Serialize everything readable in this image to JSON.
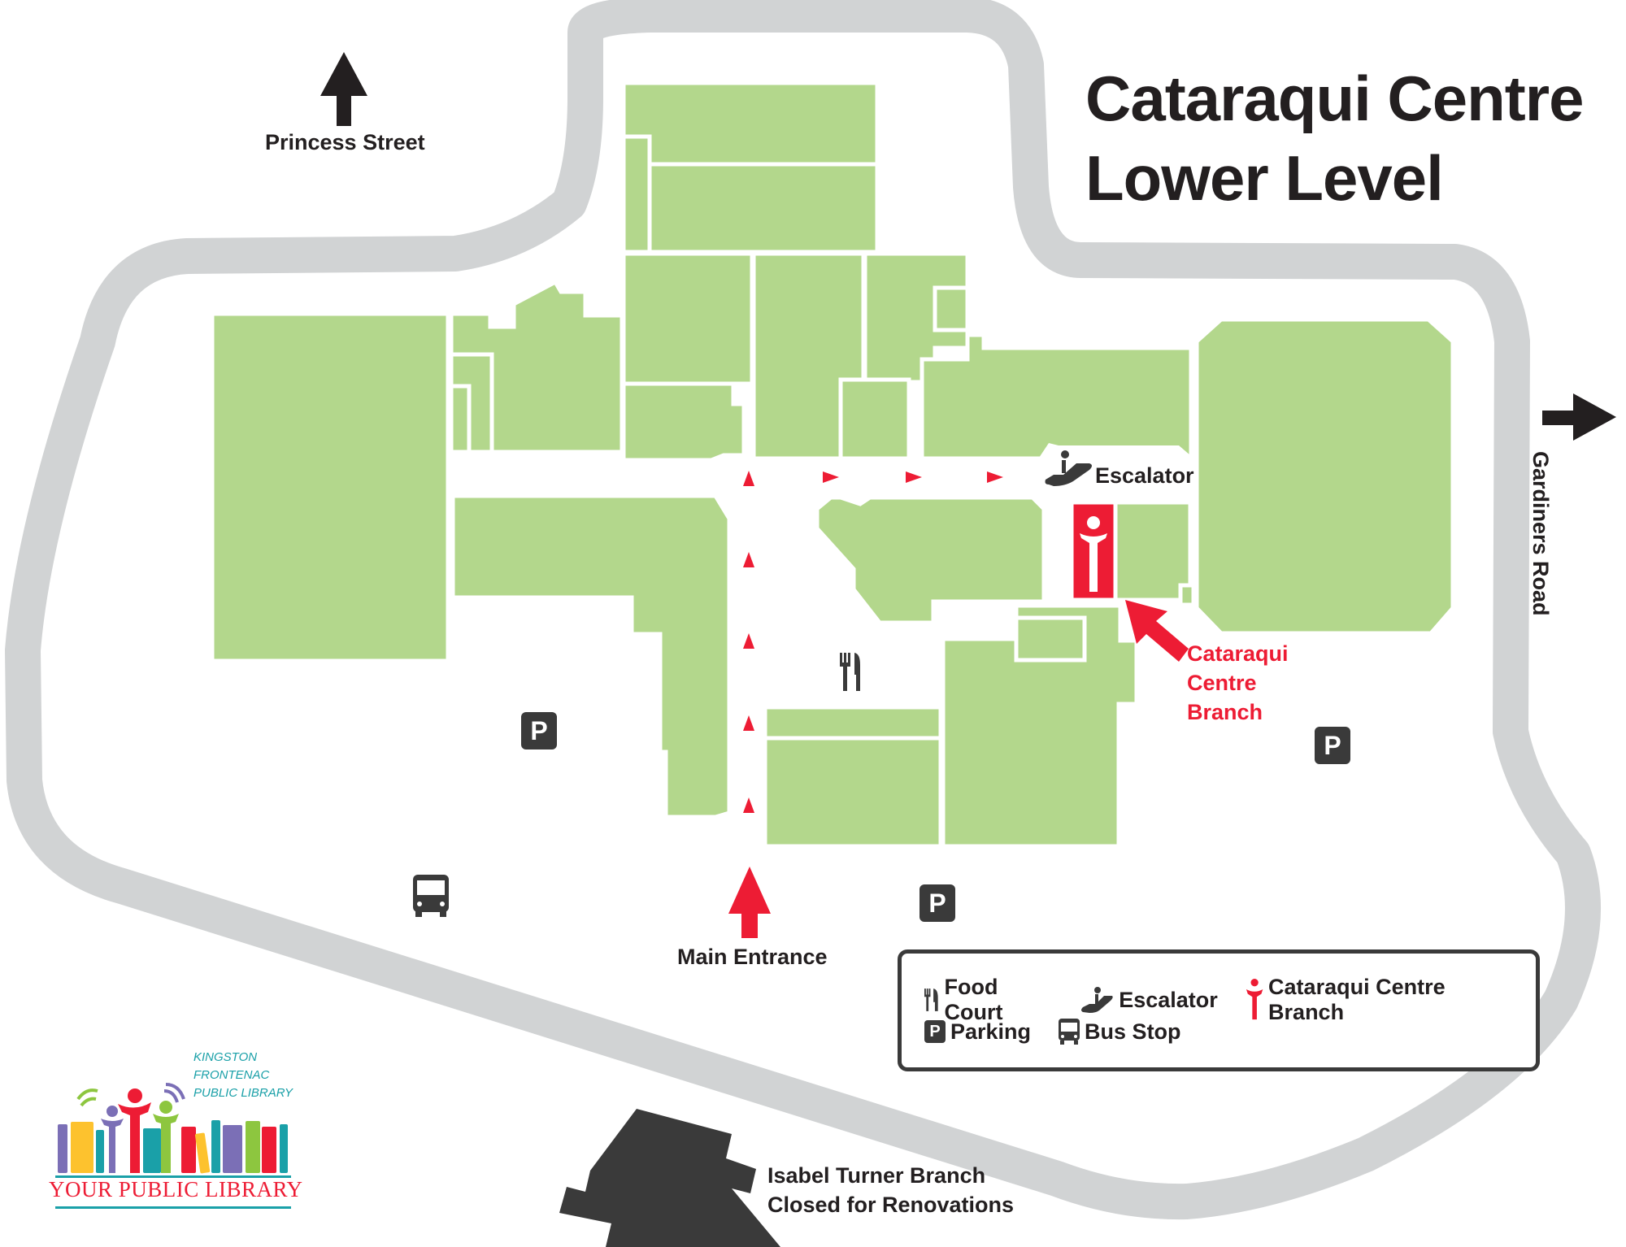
{
  "map": {
    "title_line1": "Cataraqui Centre",
    "title_line2": "Lower Level",
    "directions": {
      "north": {
        "label": "Princess Street",
        "icon": "arrow-up-icon"
      },
      "east": {
        "label": "Gardiners Road",
        "icon": "arrow-right-icon"
      },
      "entrance": {
        "label": "Main Entrance",
        "icon": "entrance-arrow-icon"
      }
    },
    "markers": {
      "escalator": {
        "label": "Escalator",
        "icon": "escalator-icon"
      },
      "branch": {
        "line1": "Cataraqui",
        "line2": "Centre",
        "line3": "Branch",
        "icon": "library-person-icon"
      },
      "food_court": {
        "icon": "fork-knife-icon"
      },
      "parking_symbol": "P",
      "bus": {
        "icon": "bus-icon"
      }
    },
    "isabel_turner": {
      "line1": "Isabel Turner Branch",
      "line2": "Closed for Renovations"
    }
  },
  "legend": {
    "items": [
      {
        "label": "Food Court",
        "icon": "fork-knife-icon"
      },
      {
        "label": "Escalator",
        "icon": "escalator-icon"
      },
      {
        "label": "Cataraqui Centre Branch",
        "icon": "library-person-icon"
      },
      {
        "label": "Parking",
        "icon": "parking-icon",
        "symbol": "P"
      },
      {
        "label": "Bus Stop",
        "icon": "bus-icon"
      }
    ]
  },
  "logo": {
    "line1": "KINGSTON",
    "line2": "FRONTENAC",
    "line3": "PUBLIC LIBRARY",
    "tagline": "YOUR PUBLIC LIBRARY"
  },
  "colors": {
    "building": "#b3d78c",
    "road": "#d1d3d4",
    "accent_red": "#ed1c34",
    "dark": "#3a3a3a",
    "text": "#231f20",
    "logo_teal": "#1aa0a8"
  }
}
